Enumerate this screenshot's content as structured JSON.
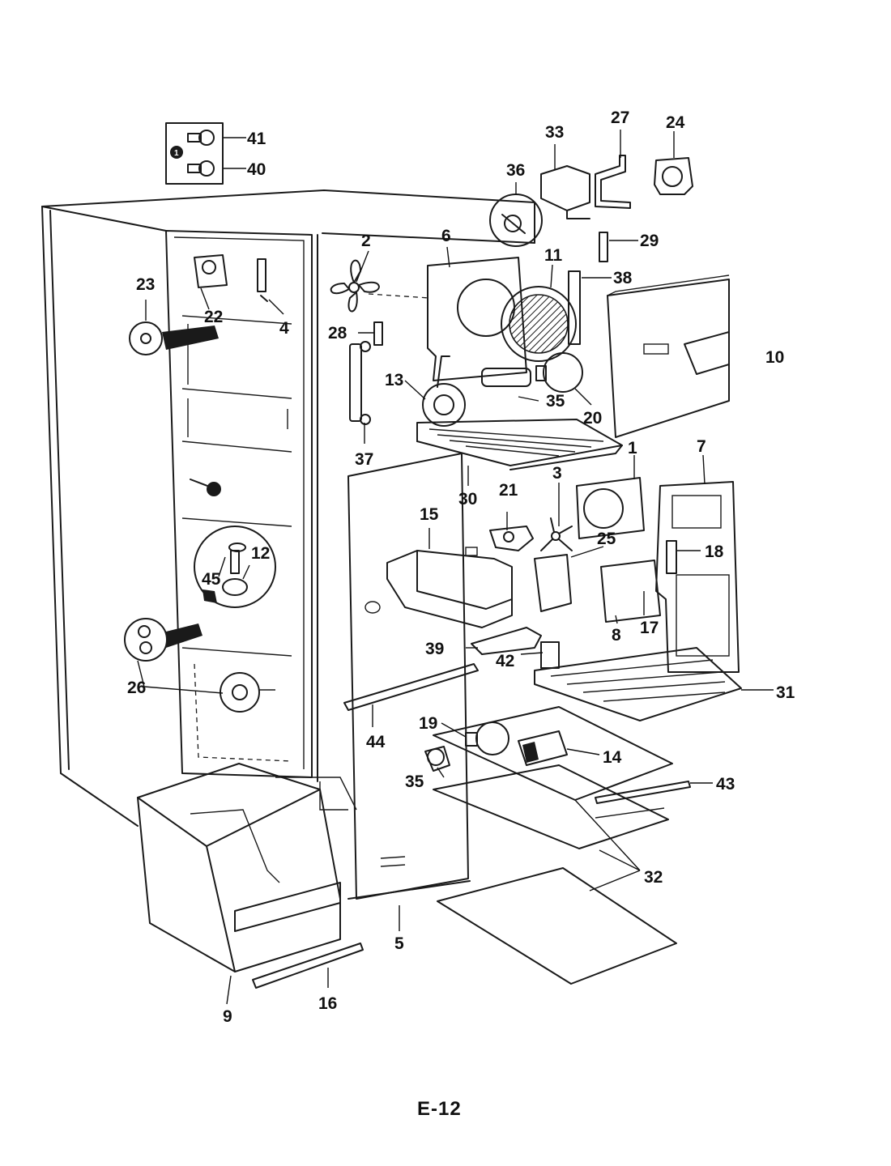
{
  "page_label": "E-12",
  "callouts": {
    "c1": "1",
    "c2": "2",
    "c3": "3",
    "c4": "4",
    "c5": "5",
    "c6": "6",
    "c7": "7",
    "c8": "8",
    "c9": "9",
    "c10": "10",
    "c11": "11",
    "c12": "12",
    "c13": "13",
    "c14": "14",
    "c15": "15",
    "c16": "16",
    "c17": "17",
    "c18": "18",
    "c19": "19",
    "c20": "20",
    "c21": "21",
    "c22": "22",
    "c23": "23",
    "c24": "24",
    "c25": "25",
    "c26": "26",
    "c27": "27",
    "c28": "28",
    "c29": "29",
    "c30": "30",
    "c31": "31",
    "c32": "32",
    "c33": "33",
    "c35a": "35",
    "c35b": "35",
    "c36": "36",
    "c37": "37",
    "c38": "38",
    "c39": "39",
    "c40": "40",
    "c41": "41",
    "c42": "42",
    "c43": "43",
    "c44": "44",
    "c45": "45"
  },
  "note_marker": "1"
}
